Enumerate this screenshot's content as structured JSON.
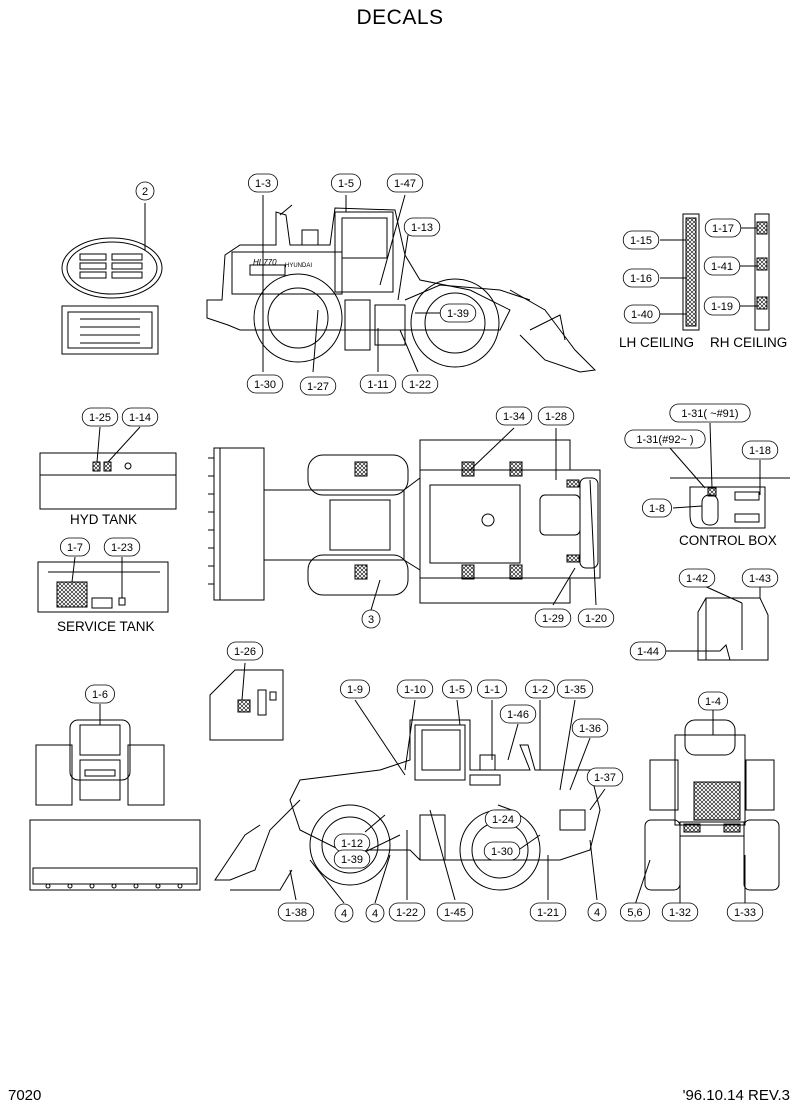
{
  "title": "DECALS",
  "footer": {
    "page_number": "7020",
    "revision": "'96.10.14 REV.3"
  },
  "captions": {
    "lh_ceiling": "LH CEILING",
    "rh_ceiling": "RH CEILING",
    "hyd_tank": "HYD TANK",
    "service_tank": "SERVICE TANK",
    "control_box": "CONTROL BOX"
  },
  "callouts": [
    "2",
    "1-3",
    "1-5",
    "1-47",
    "1-13",
    "1-39",
    "1-30",
    "1-27",
    "1-11",
    "1-22",
    "1-15",
    "1-16",
    "1-40",
    "1-17",
    "1-41",
    "1-19",
    "1-25",
    "1-14",
    "1-34",
    "1-28",
    "1-31( ~#91)",
    "1-31(#92~ )",
    "1-18",
    "1-8",
    "1-7",
    "1-23",
    "3",
    "1-29",
    "1-20",
    "1-42",
    "1-43",
    "1-44",
    "1-26",
    "1-6",
    "1-9",
    "1-10",
    "1-5",
    "1-1",
    "1-2",
    "1-35",
    "1-46",
    "1-36",
    "1-4",
    "1-37",
    "1-24",
    "1-12",
    "1-39",
    "1-30",
    "1-38",
    "4",
    "4",
    "1-22",
    "1-45",
    "1-21",
    "4",
    "5,6",
    "1-32",
    "1-33"
  ],
  "machine_badges": {
    "model": "HL770",
    "brand": "HYUNDAI"
  }
}
